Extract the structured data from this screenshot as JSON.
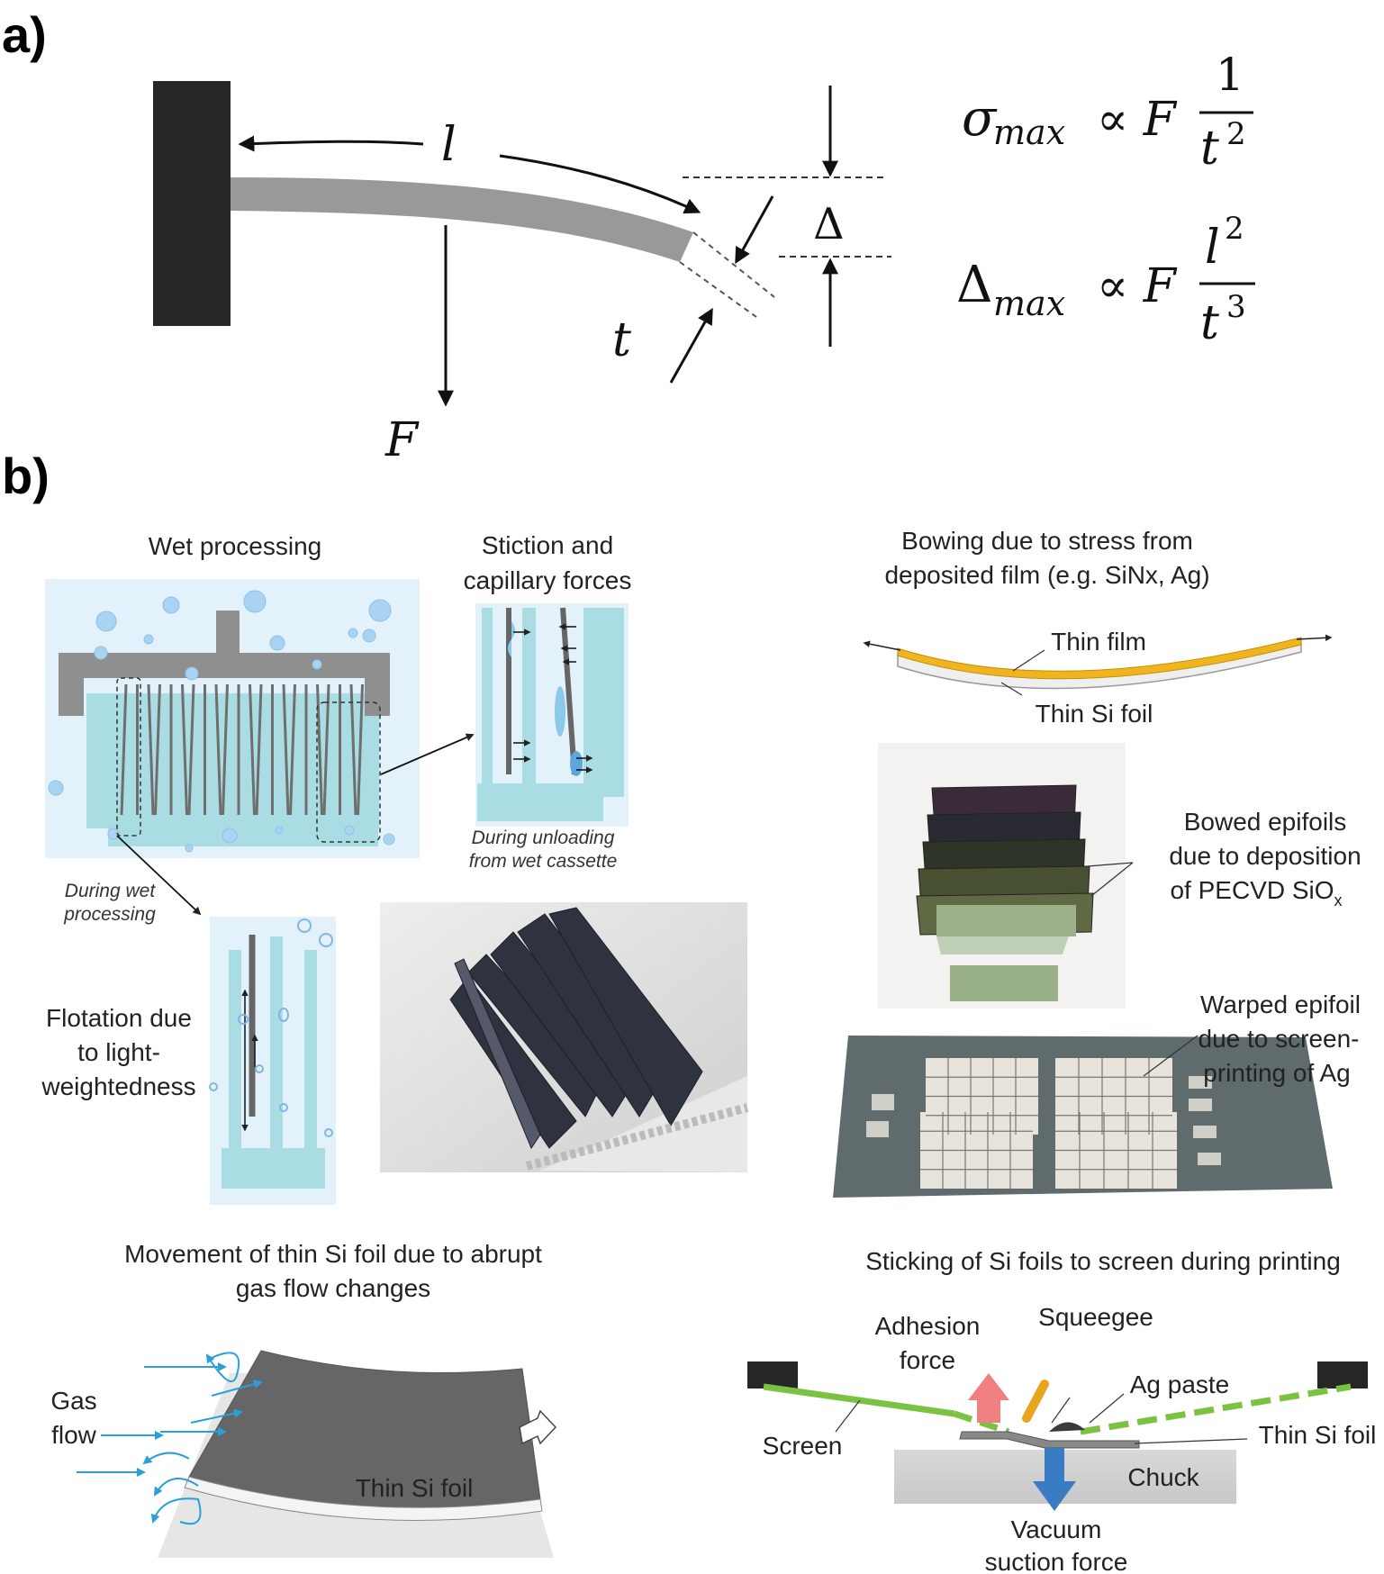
{
  "panel_a": {
    "label": "a)",
    "symbols": {
      "length": "l",
      "thickness": "t",
      "force": "F",
      "deflection": "Δ"
    },
    "eq1": {
      "lhs_sym": "σ",
      "lhs_sub": "max",
      "rel": "∝ F",
      "num": "1",
      "den_base": "t",
      "den_exp": "2"
    },
    "eq2": {
      "lhs_sym": "Δ",
      "lhs_sub": "max",
      "rel": "∝ F",
      "num_base": "l",
      "num_exp": "2",
      "den_base": "t",
      "den_exp": "3"
    }
  },
  "panel_b": {
    "label": "b)",
    "wet_processing": "Wet processing",
    "stiction_l1": "Stiction and",
    "stiction_l2": "capillary forces",
    "during_unloading_l1": "During unloading",
    "during_unloading_l2": "from wet cassette",
    "during_wet_l1": "During wet",
    "during_wet_l2": "processing",
    "flotation_l1": "Flotation due",
    "flotation_l2": "to light-",
    "flotation_l3": "weightedness",
    "bowing_l1": "Bowing due to stress from",
    "bowing_l2": "deposited film (e.g. SiNx, Ag)",
    "thin_film": "Thin film",
    "thin_si_foil_bow": "Thin Si foil",
    "bowed_l1": "Bowed epifoils",
    "bowed_l2": "due to deposition",
    "bowed_l3": "of PECVD SiO",
    "bowed_l3_sub": "x",
    "warped_l1": "Warped epifoil",
    "warped_l2": "due to screen-",
    "warped_l3": "printing of Ag",
    "movement_l1": "Movement of thin Si foil due to abrupt",
    "movement_l2": "gas flow changes",
    "gas": "Gas",
    "flow": "flow",
    "thin_si_foil_gas": "Thin Si foil",
    "sticking": "Sticking of Si foils to screen during printing",
    "adhesion_l1": "Adhesion",
    "adhesion_l2": "force",
    "squeegee": "Squeegee",
    "ag_paste": "Ag paste",
    "screen": "Screen",
    "thin_si_foil_print": "Thin Si foil",
    "chuck": "Chuck",
    "vacuum_l1": "Vacuum",
    "vacuum_l2": "suction force"
  },
  "colors": {
    "beam": "#999999",
    "water": "#a9dde3",
    "water_bg": "#e3f1fa",
    "film": "#f0b51e",
    "screen": "#7cc242",
    "adhesion": "#f08080",
    "vacuum": "#3a7cc4",
    "gas_arrow": "#2a9fd8"
  }
}
